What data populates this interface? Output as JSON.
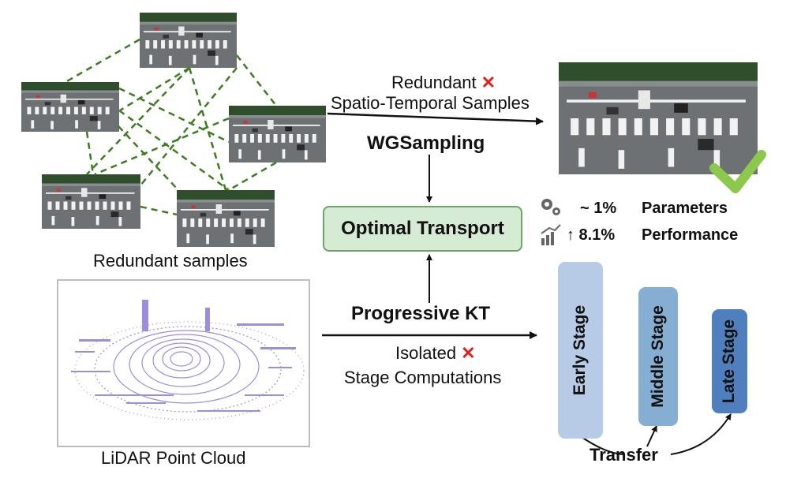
{
  "labels": {
    "redundant_samples": "Redundant samples",
    "lidar_point_cloud": "LiDAR Point Cloud",
    "redundant": "Redundant",
    "spatio_temporal": "Spatio-Temporal Samples",
    "wgsampling": "WGSampling",
    "optimal_transport": "Optimal Transport",
    "progressive_kt": "Progressive KT",
    "isolated": "Isolated",
    "stage_computations": "Stage Computations",
    "transfer": "Transfer",
    "x_mark": "✕"
  },
  "metrics": {
    "params_value": "~ 1%",
    "params_label": "Parameters",
    "perf_value": "↑ 8.1%",
    "perf_label": "Performance"
  },
  "stages": {
    "early": "Early   Stage",
    "middle": "Middle Stage",
    "late": "Late Stage"
  },
  "colors": {
    "dash_green": "#3e7d1f",
    "check_green": "#8cc84b",
    "ot_fill": "#d5ebd4",
    "ot_border": "#6ba56a",
    "early_fill": "#b7cbe6",
    "middle_fill": "#86aed3",
    "late_fill": "#4f7fbd",
    "lidar": "#9b8fd9",
    "x_red": "#e0201b"
  }
}
